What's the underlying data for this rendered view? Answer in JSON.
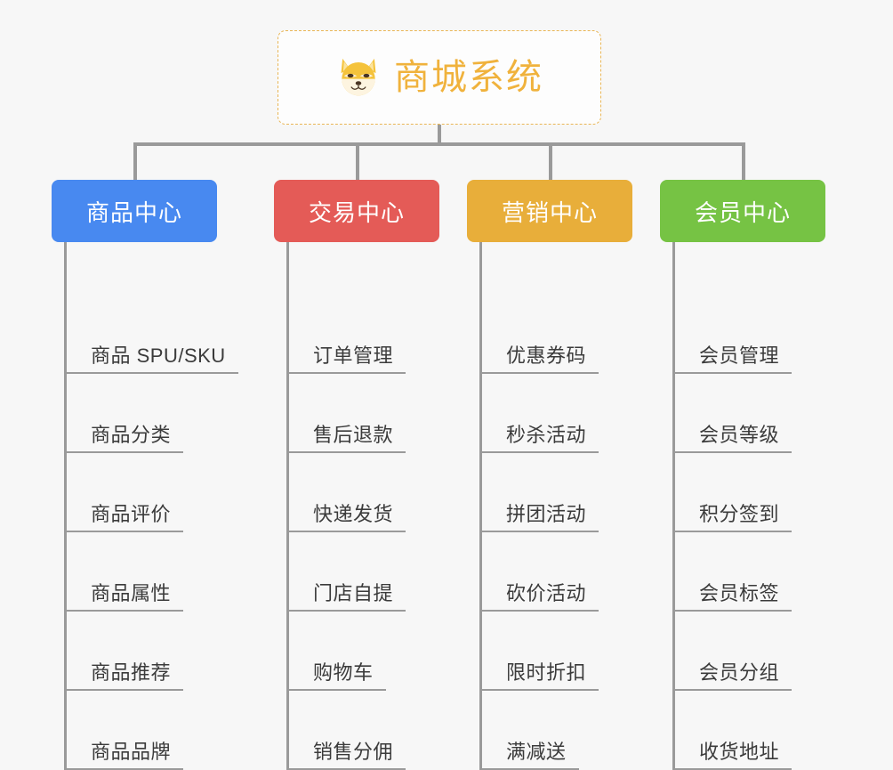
{
  "page": {
    "background_color": "#f7f7f7",
    "type": "organization-chart"
  },
  "root": {
    "title": "商城系统",
    "icon": "shiba-inu-dog-emoji",
    "border_color": "#e9b656",
    "text_color": "#f0b23c"
  },
  "connector": {
    "color": "#9a9a9a"
  },
  "categories": [
    {
      "label": "商品中心",
      "color": "#4889f0",
      "items": [
        "商品 SPU/SKU",
        "商品分类",
        "商品评价",
        "商品属性",
        "商品推荐",
        "商品品牌"
      ]
    },
    {
      "label": "交易中心",
      "color": "#e45b57",
      "items": [
        "订单管理",
        "售后退款",
        "快递发货",
        "门店自提",
        "购物车",
        "销售分佣"
      ]
    },
    {
      "label": "营销中心",
      "color": "#e8ae3a",
      "items": [
        "优惠券码",
        "秒杀活动",
        "拼团活动",
        "砍价活动",
        "限时折扣",
        "满减送"
      ]
    },
    {
      "label": "会员中心",
      "color": "#76c344",
      "items": [
        "会员管理",
        "会员等级",
        "积分签到",
        "会员标签",
        "会员分组",
        "收货地址"
      ]
    }
  ]
}
